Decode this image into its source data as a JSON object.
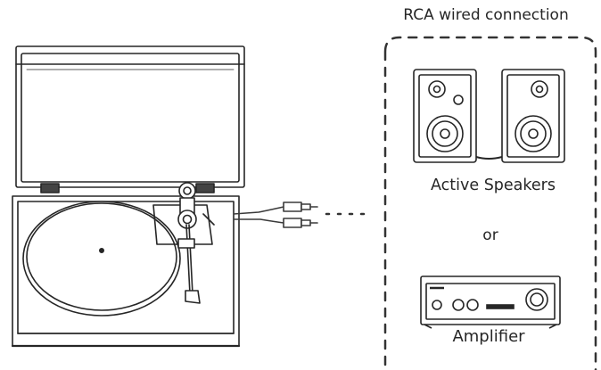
{
  "diagram": {
    "connection_group_label": "RCA wired connection",
    "option_active_speakers_label": "Active Speakers",
    "or_label": "or",
    "option_amplifier_label": "Amplifier"
  },
  "colors": {
    "line": "#262626",
    "cable": "#3a3a3a",
    "dash_box": "#333333",
    "background": "#ffffff"
  },
  "icons": {
    "turntable": "turntable-icon",
    "speakers": "speakers-icon",
    "amplifier": "amplifier-icon",
    "rca_cable": "rca-cable-icon"
  }
}
